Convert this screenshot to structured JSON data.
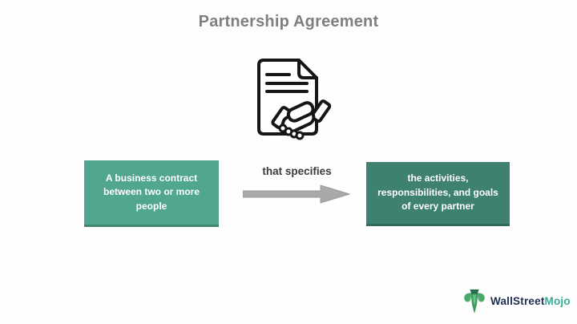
{
  "title": "Partnership Agreement",
  "diagram": {
    "contract_icon": "document-with-handshake",
    "left_box": {
      "text": "A business contract\nbetween two or more\npeople"
    },
    "connector": {
      "label": "that specifies",
      "direction": "right"
    },
    "right_box": {
      "text": "the activities,\nresponsibilities, and goals\nof every partner"
    }
  },
  "footer": {
    "logo": {
      "icon": "wallstreetmojo-bull",
      "text_primary": "WallStreet",
      "text_secondary": "Mojo"
    }
  },
  "colors": {
    "background": "#FEFEFE",
    "title_text": "#7F7F7F",
    "left_box": "#50A68E",
    "right_box": "#3E8170",
    "box_text": "#FFFFFF",
    "arrow": "#A9A9A9",
    "connector_label": "#3A3A3A",
    "icon_stroke": "#161616",
    "logo_wallstreet": "#1C2E52",
    "logo_mojo": "#35AC97"
  }
}
